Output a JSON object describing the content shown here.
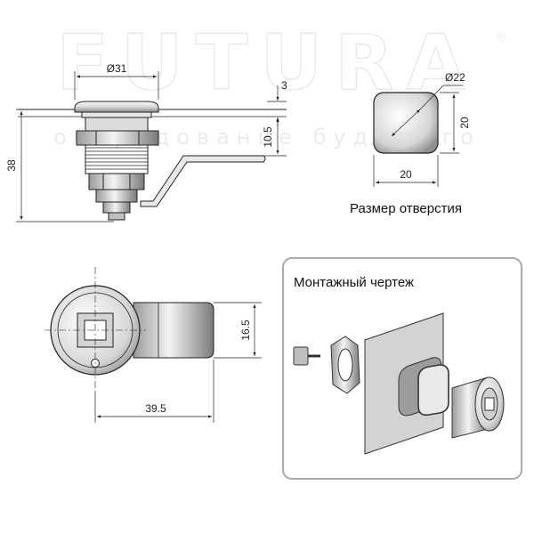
{
  "watermark": {
    "brand": "FUTURA",
    "brand_mark": "®",
    "tagline": "оборудование будущего"
  },
  "side_view": {
    "dims": {
      "width": "Ø31",
      "cap": "3",
      "height_upper": "10.5",
      "height_total": "38"
    }
  },
  "hole_view": {
    "dims": {
      "diameter": "Ø22",
      "height": "20",
      "width": "20"
    },
    "caption": "Размер отверстия"
  },
  "front_view": {
    "dims": {
      "cam_height": "16.5",
      "length": "39.5"
    }
  },
  "assembly_panel": {
    "title": "Монтажный чертеж"
  },
  "colors": {
    "line": "#222222",
    "metal_light": "#f2f2f2",
    "metal_mid": "#c9c9c9",
    "metal_dark": "#6d6d6d",
    "panel": "#d3d3d3",
    "frame": "#a9a9a9"
  },
  "icons": [
    "cam-lock-side-drawing",
    "hole-cutout-drawing",
    "cam-lock-front-drawing",
    "assembly-exploded-drawing"
  ]
}
